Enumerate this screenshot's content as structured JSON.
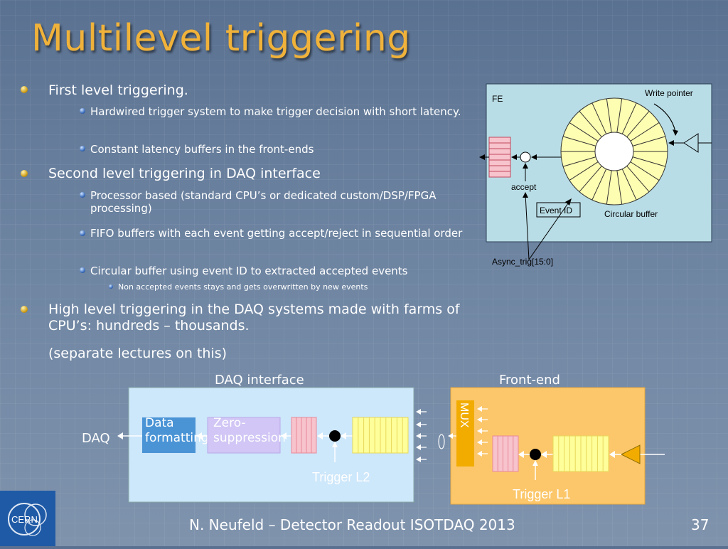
{
  "slide": {
    "title": "Multilevel triggering",
    "footer": "N. Neufeld – Detector Readout ISOTDAQ 2013",
    "page_number": "37"
  },
  "bullets": [
    {
      "level": 1,
      "text": "First level triggering."
    },
    {
      "level": 2,
      "text": "Hardwired trigger system to make trigger decision with short latency."
    },
    {
      "level": 2,
      "text": "Constant latency buffers in the front-ends"
    },
    {
      "level": 1,
      "text": "Second level triggering in DAQ interface"
    },
    {
      "level": 2,
      "text": "Processor based (standard CPU’s or dedicated custom/DSP/FPGA processing)"
    },
    {
      "level": 2,
      "text": "FIFO buffers with each event getting accept/reject in sequential order"
    },
    {
      "level": 2,
      "text": "Circular buffer using event ID to extracted accepted events"
    },
    {
      "level": 3,
      "text": "Non accepted events stays and gets overwritten by new events"
    },
    {
      "level": 1,
      "text": "High level triggering in the DAQ systems made with farms of CPU’s: hundreds – thousands."
    },
    {
      "level": 1,
      "text": "(separate lectures on this)"
    }
  ],
  "fe_diagram": {
    "fe_label": "FE",
    "write_pointer": "Write pointer",
    "accept": "accept",
    "event_id": "Event ID",
    "circular_buffer": "Circular buffer",
    "async_trig": "Async_trig[15:0]"
  },
  "daq_diagram": {
    "daq_interface_label": "DAQ interface",
    "front_end_label": "Front-end",
    "daq_label": "DAQ",
    "data_formatting": "Data formatting",
    "zero_suppression": "Zero-suppression",
    "trigger_l2": "Trigger L2",
    "trigger_l1": "Trigger L1",
    "mux": "MUX"
  },
  "logo": {
    "text": "CERN"
  },
  "colors": {
    "title": "#f0b23a",
    "fe_box": "#b9dde6",
    "daq_box": "#cde7fb",
    "frontend_box": "#fcc76a",
    "fifo_fill": "#fefe9a",
    "pink": "#f7c3cc"
  }
}
